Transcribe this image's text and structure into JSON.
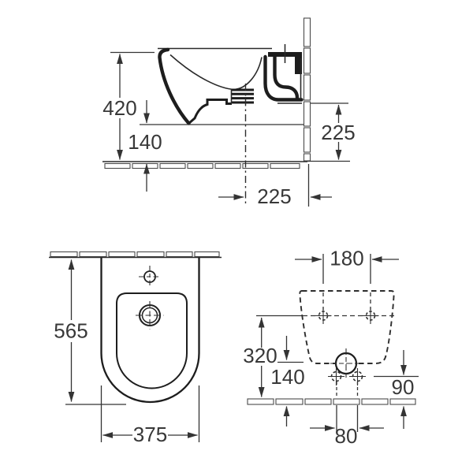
{
  "drawing": {
    "subject": "wall-hung bidet technical dimension drawing",
    "colors": {
      "line_ink": "#1d1d1d",
      "dimension_ink": "#343434",
      "background": "#ffffff"
    },
    "views": {
      "side": {
        "rim_height": "420",
        "floor_clearance": "140",
        "outlet_height": "225",
        "drain_center_to_wall": "225"
      },
      "plan": {
        "overall_depth": "565",
        "overall_width": "375"
      },
      "rear": {
        "fixing_hole_spacing": "180",
        "fixing_hole_height": "320",
        "drain_center_height": "140",
        "lower_hole_height": "90",
        "lower_hole_spacing": "80"
      }
    }
  }
}
